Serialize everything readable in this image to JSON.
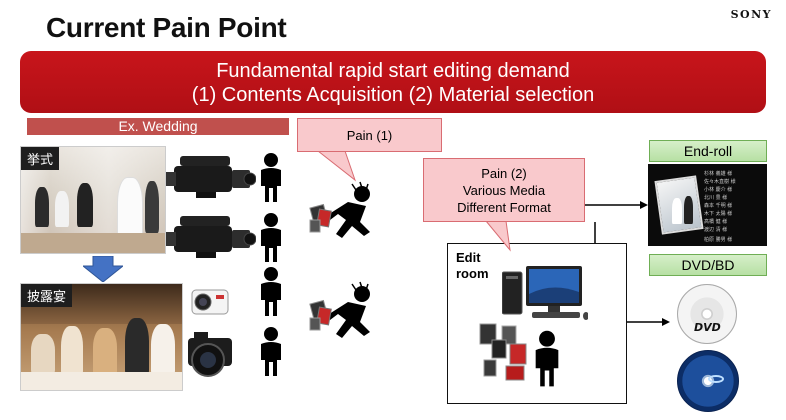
{
  "header": {
    "title": "Current Pain Point",
    "brand": "SONY"
  },
  "banner": {
    "line1": "Fundamental rapid start editing demand",
    "line2": "(1) Contents Acquisition (2) Material selection"
  },
  "example": {
    "label": "Ex. Wedding",
    "ceremony_label": "挙式",
    "reception_label": "披露宴"
  },
  "pain1": {
    "label": "Pain (1)"
  },
  "pain2": {
    "line1": "Pain (2)",
    "line2": "Various Media",
    "line3": "Different Format"
  },
  "edit_room": {
    "line1": "Edit",
    "line2": "room"
  },
  "outputs": {
    "endroll_label": "End-roll",
    "dvd_label": "DVD/BD",
    "dvd_disc_text": "DVD",
    "credits": [
      "杉林 義雄 様",
      "佐々木直樹 様",
      "小林 慶介 様",
      "北川 豊 様",
      "森本 千明 様",
      "木下 太陽 様",
      "高橋 健 様",
      "渡辺 清 様",
      "柏原 勝男 様"
    ]
  },
  "colors": {
    "banner": "#b91218",
    "ex_bar": "#c0504d",
    "callout_fill": "#f9c9cc",
    "green_label": "#c6e8b5",
    "arrow_blue": "#4472c4"
  },
  "icons": [
    "person-icon",
    "camcorder-icon",
    "action-camera-icon",
    "mirrorless-camera-icon",
    "running-person-icon",
    "memory-card-icon",
    "desktop-computer-icon",
    "dvd-disc-icon",
    "bluray-disc-icon",
    "down-arrow-icon"
  ]
}
